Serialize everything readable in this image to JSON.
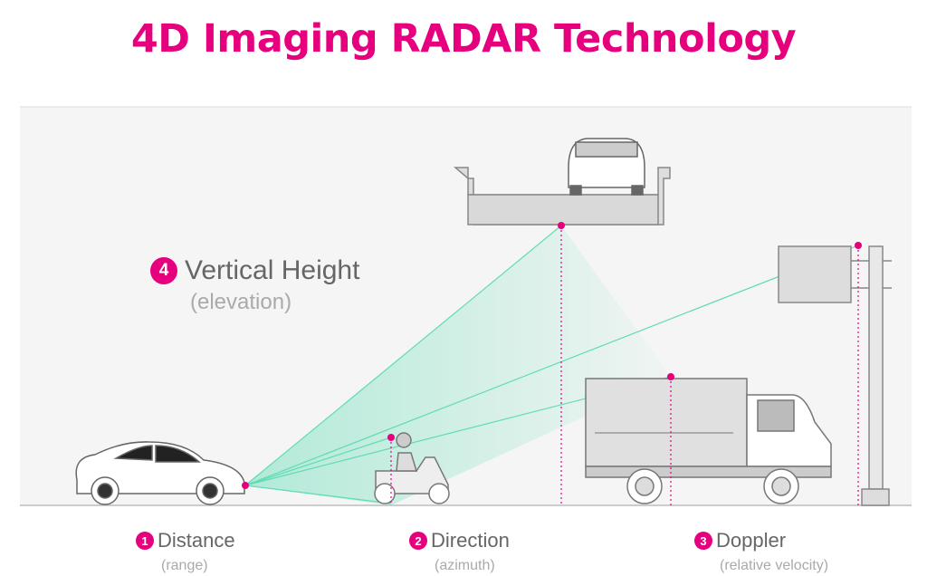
{
  "title": "4D Imaging RADAR Technology",
  "features": [
    {
      "number": "1",
      "label": "Distance",
      "sub": "(range)"
    },
    {
      "number": "2",
      "label": "Direction",
      "sub": "(azimuth)"
    },
    {
      "number": "3",
      "label": "Doppler",
      "sub": "(relative velocity)"
    },
    {
      "number": "4",
      "label": "Vertical Height",
      "sub": "(elevation)"
    }
  ],
  "colors": {
    "accent": "#e6007e",
    "beam": "#5fdcb4",
    "panel": "#f5f5f5"
  }
}
